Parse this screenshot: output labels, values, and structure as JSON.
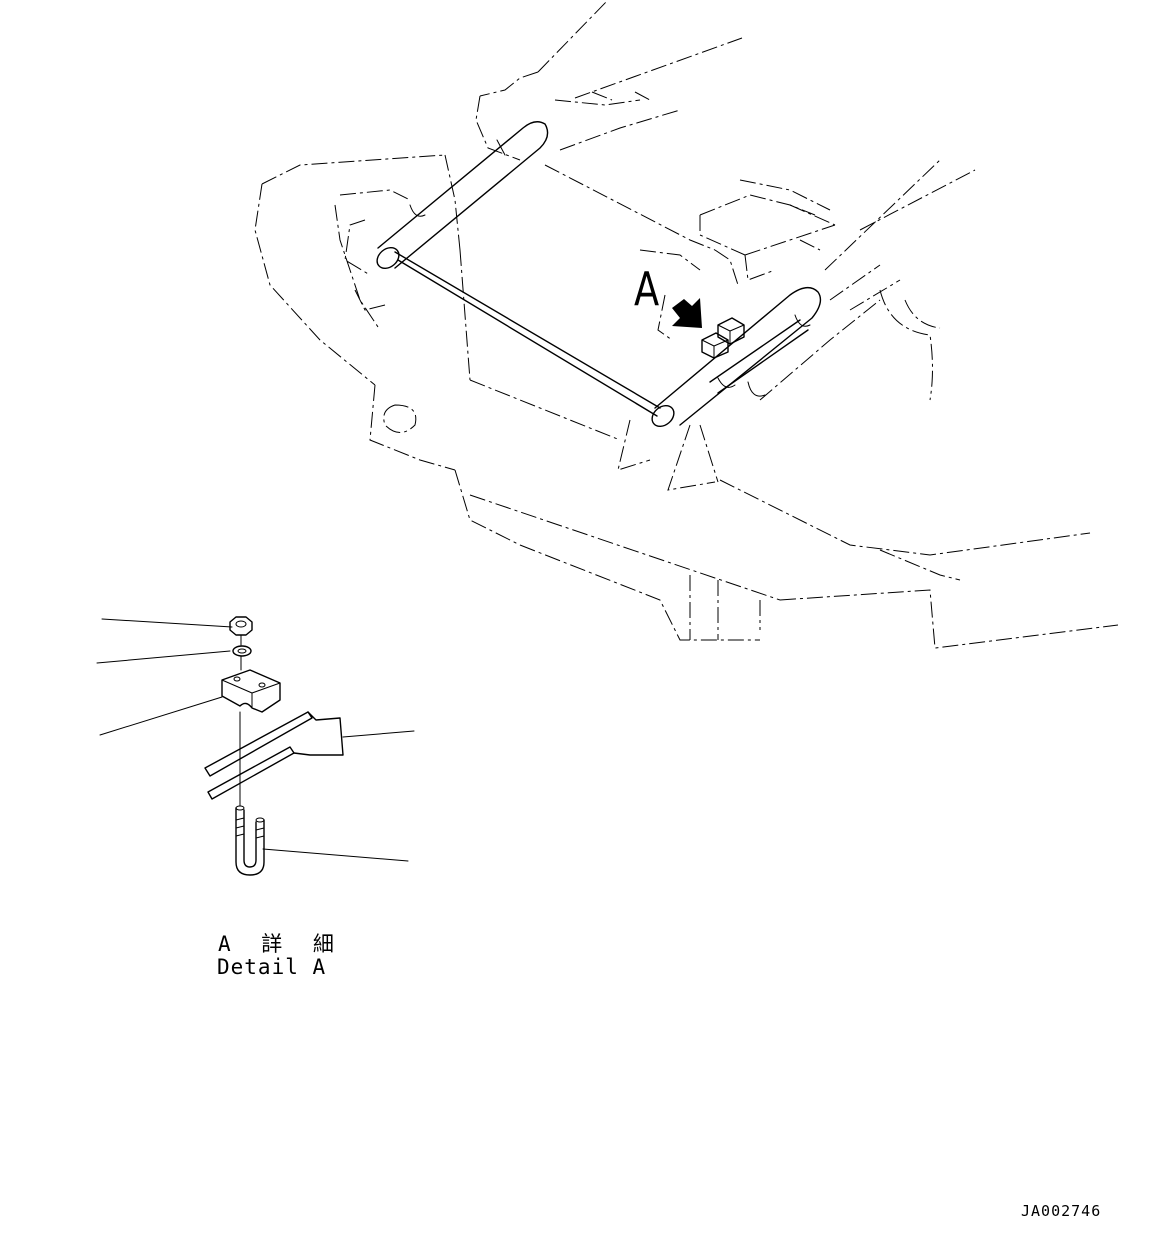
{
  "callout_label": "A",
  "detail_title_jp": "A 詳 細",
  "detail_title_en": "Detail A",
  "drawing_number": "JA002746",
  "icons": {
    "nut": "hex-nut-icon",
    "washer": "lock-washer-icon",
    "clamp": "clamp-block-icon",
    "tube": "tube-pair-icon",
    "u_bolt": "u-bolt-icon",
    "arrow": "callout-arrow-icon"
  }
}
